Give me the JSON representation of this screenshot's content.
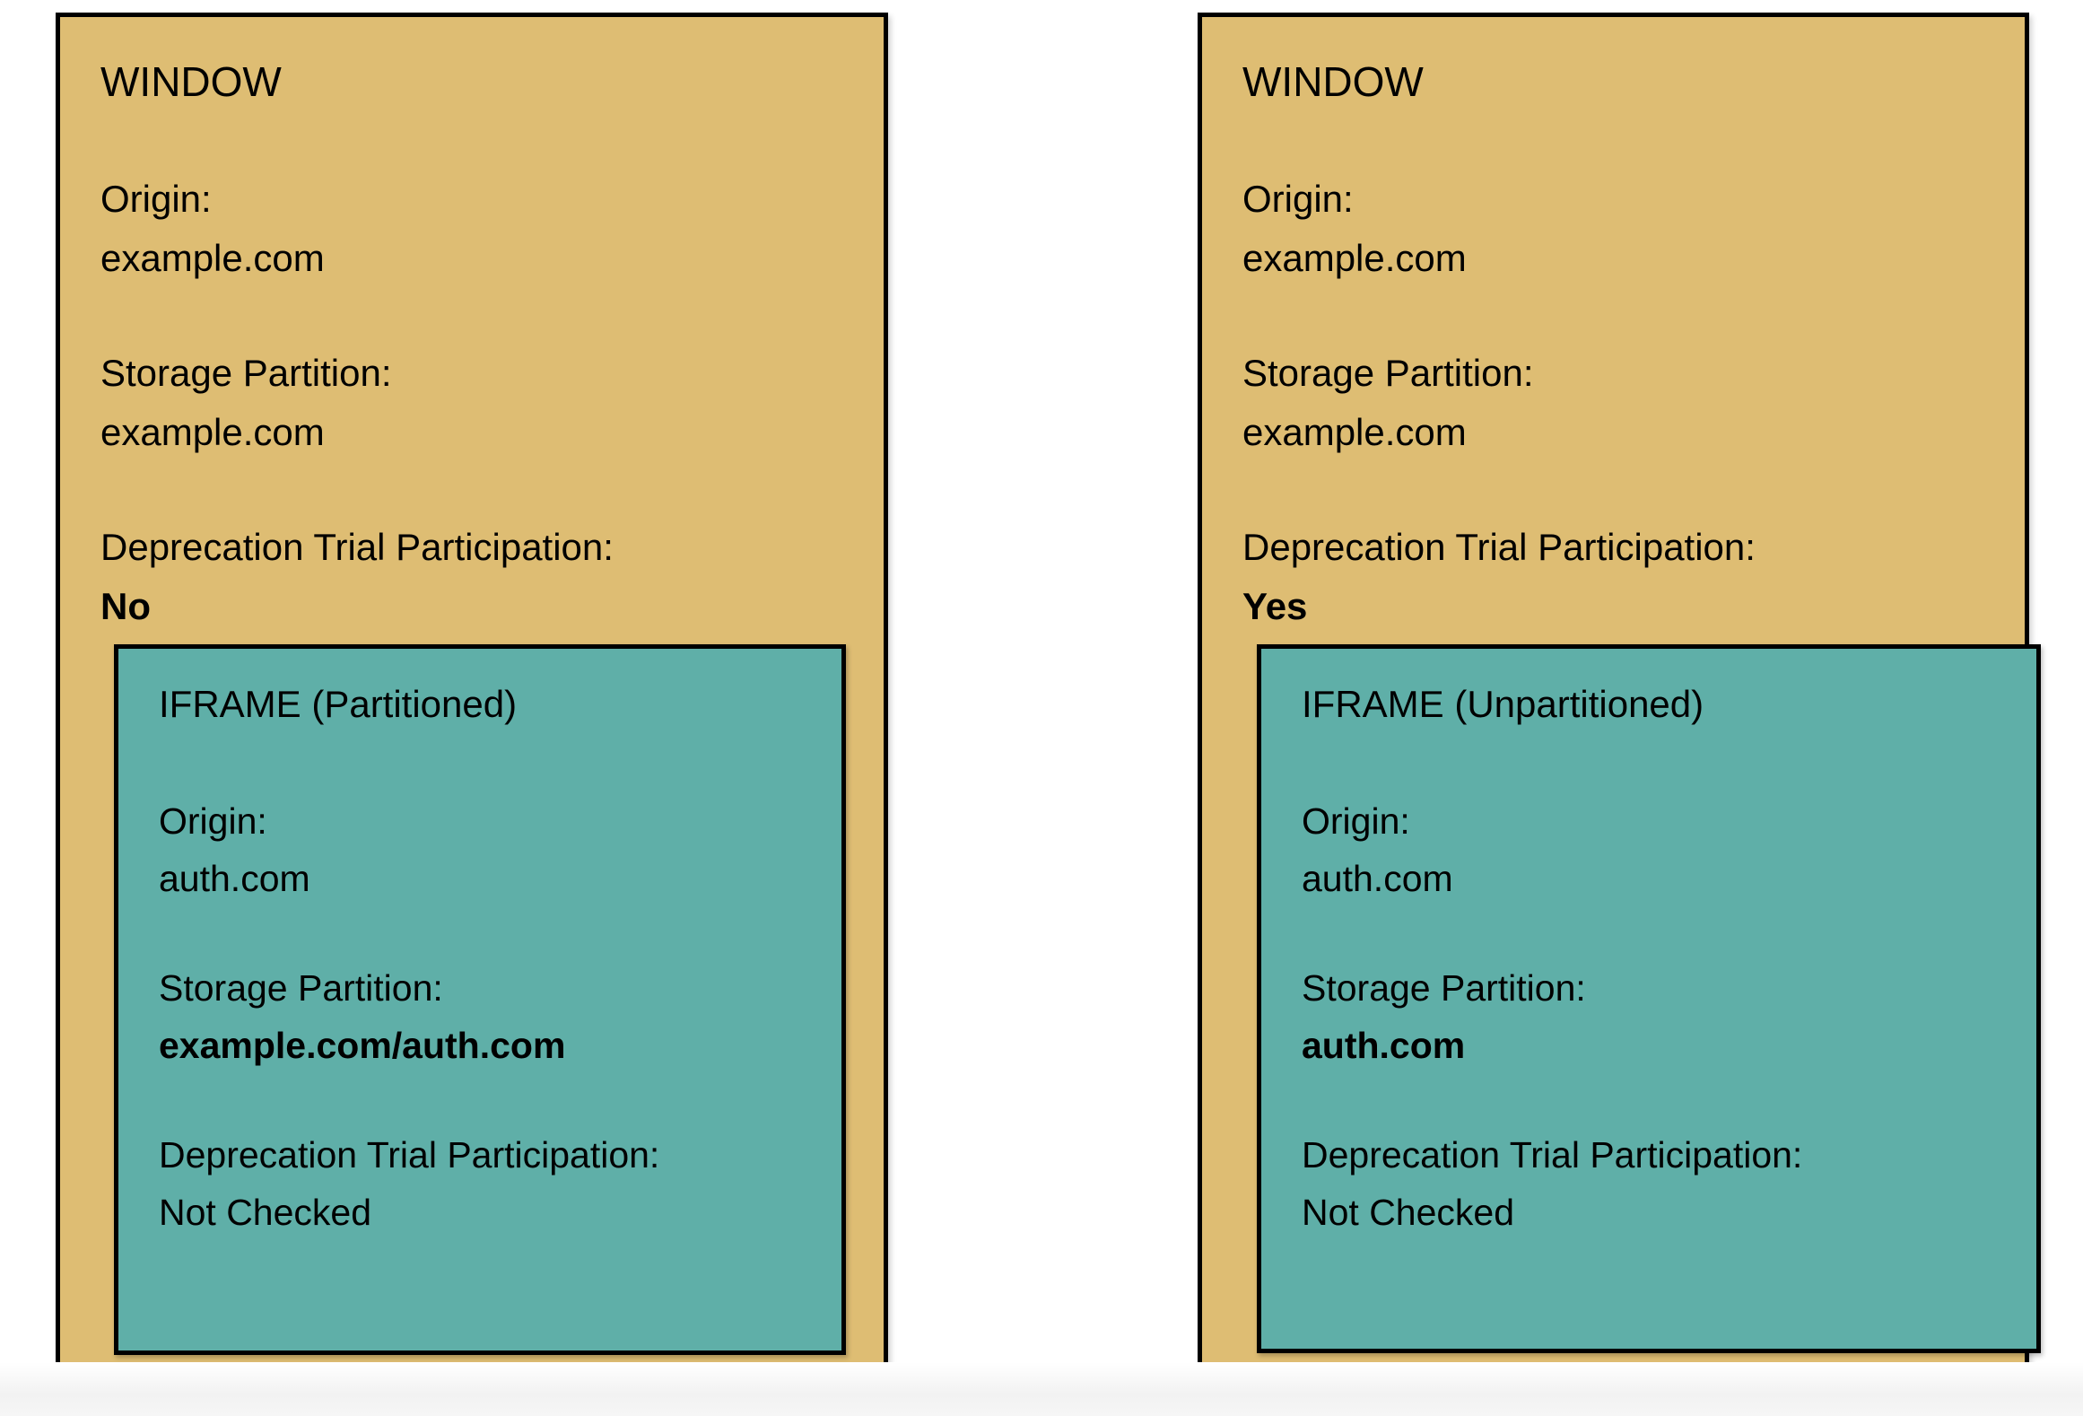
{
  "diagram": {
    "colors": {
      "window_fill": "#debd73",
      "iframe_fill": "#5fafa8",
      "border": "#000000",
      "background": "#ffffff"
    },
    "panels": [
      {
        "id": "left",
        "window": {
          "title": "WINDOW",
          "fields": [
            {
              "label": "Origin:",
              "value": "example.com",
              "bold": false
            },
            {
              "label": "Storage Partition:",
              "value": "example.com",
              "bold": false
            },
            {
              "label": "Deprecation Trial Participation:",
              "value": "No",
              "bold": true
            }
          ]
        },
        "iframe": {
          "title": "IFRAME (Partitioned)",
          "fields": [
            {
              "label": "Origin:",
              "value": "auth.com",
              "bold": false
            },
            {
              "label": "Storage Partition:",
              "value": "example.com/auth.com",
              "bold": true
            },
            {
              "label": "Deprecation Trial Participation:",
              "value": "Not Checked",
              "bold": false
            }
          ]
        }
      },
      {
        "id": "right",
        "window": {
          "title": "WINDOW",
          "fields": [
            {
              "label": "Origin:",
              "value": "example.com",
              "bold": false
            },
            {
              "label": "Storage Partition:",
              "value": "example.com",
              "bold": false
            },
            {
              "label": "Deprecation Trial Participation:",
              "value": "Yes",
              "bold": true
            }
          ]
        },
        "iframe": {
          "title": "IFRAME (Unpartitioned)",
          "fields": [
            {
              "label": "Origin:",
              "value": "auth.com",
              "bold": false
            },
            {
              "label": "Storage Partition:",
              "value": "auth.com",
              "bold": true
            },
            {
              "label": "Deprecation Trial Participation:",
              "value": "Not Checked",
              "bold": false
            }
          ]
        }
      }
    ]
  }
}
